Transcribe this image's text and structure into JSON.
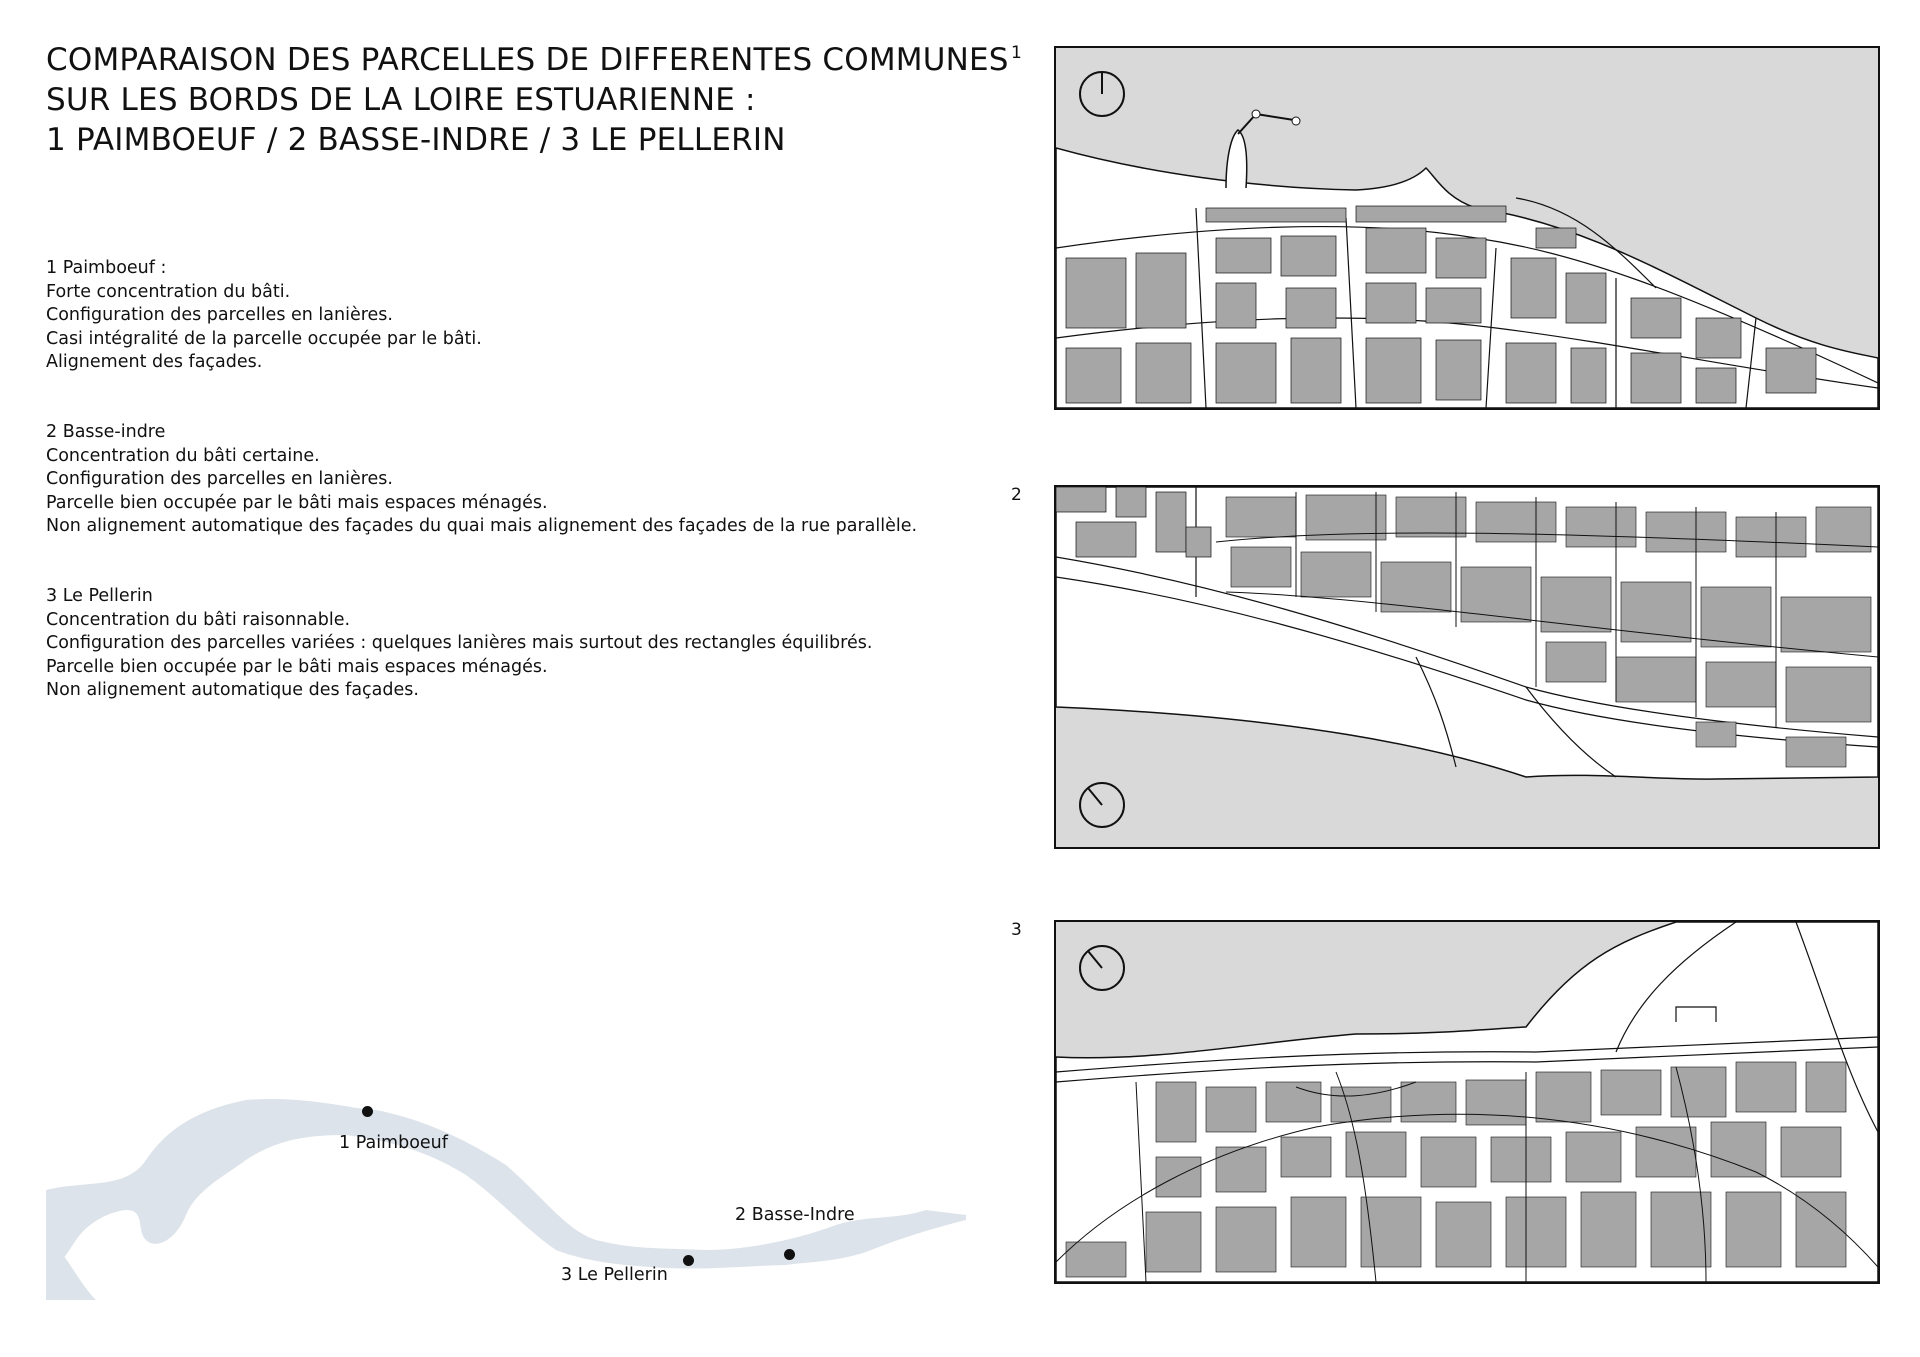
{
  "title": {
    "lines": [
      "COMPARAISON DES PARCELLES DE DIFFERENTES COMMUNES",
      "SUR LES BORDS DE LA LOIRE ESTUARIENNE :",
      "1 PAIMBOEUF / 2 BASSE-INDRE / 3 LE PELLERIN"
    ]
  },
  "descriptions": [
    {
      "heading": "1 Paimboeuf :",
      "lines": [
        "Forte concentration du bâti.",
        "Configuration des parcelles en lanières.",
        "Casi intégralité de la parcelle occupée par le bâti.",
        "Alignement des façades."
      ]
    },
    {
      "heading": "2 Basse-indre",
      "lines": [
        "Concentration du bâti certaine.",
        "Configuration des parcelles en lanières.",
        "Parcelle bien occupée par le bâti mais espaces ménagés.",
        "Non alignement automatique des façades du quai mais alignement des façades de la rue parallèle."
      ]
    },
    {
      "heading": "3 Le Pellerin",
      "lines": [
        "Concentration du bâti raisonnable.",
        "Configuration des parcelles variées : quelques lanières mais surtout des rectangles équilibrés.",
        "Parcelle bien occupée par le bâti mais espaces ménagés.",
        "Non alignement automatique des façades."
      ]
    }
  ],
  "maps": [
    {
      "number": "1"
    },
    {
      "number": "2"
    },
    {
      "number": "3"
    }
  ],
  "overview": {
    "places": [
      {
        "label": "1 Paimboeuf"
      },
      {
        "label": "2 Basse-Indre"
      },
      {
        "label": "3 Le Pellerin"
      }
    ]
  },
  "colors": {
    "water": "#d9d9d9",
    "buildings": "#a6a6a6",
    "land": "#ffffff",
    "river_overview": "#dde3ea",
    "lines": "#111111"
  }
}
